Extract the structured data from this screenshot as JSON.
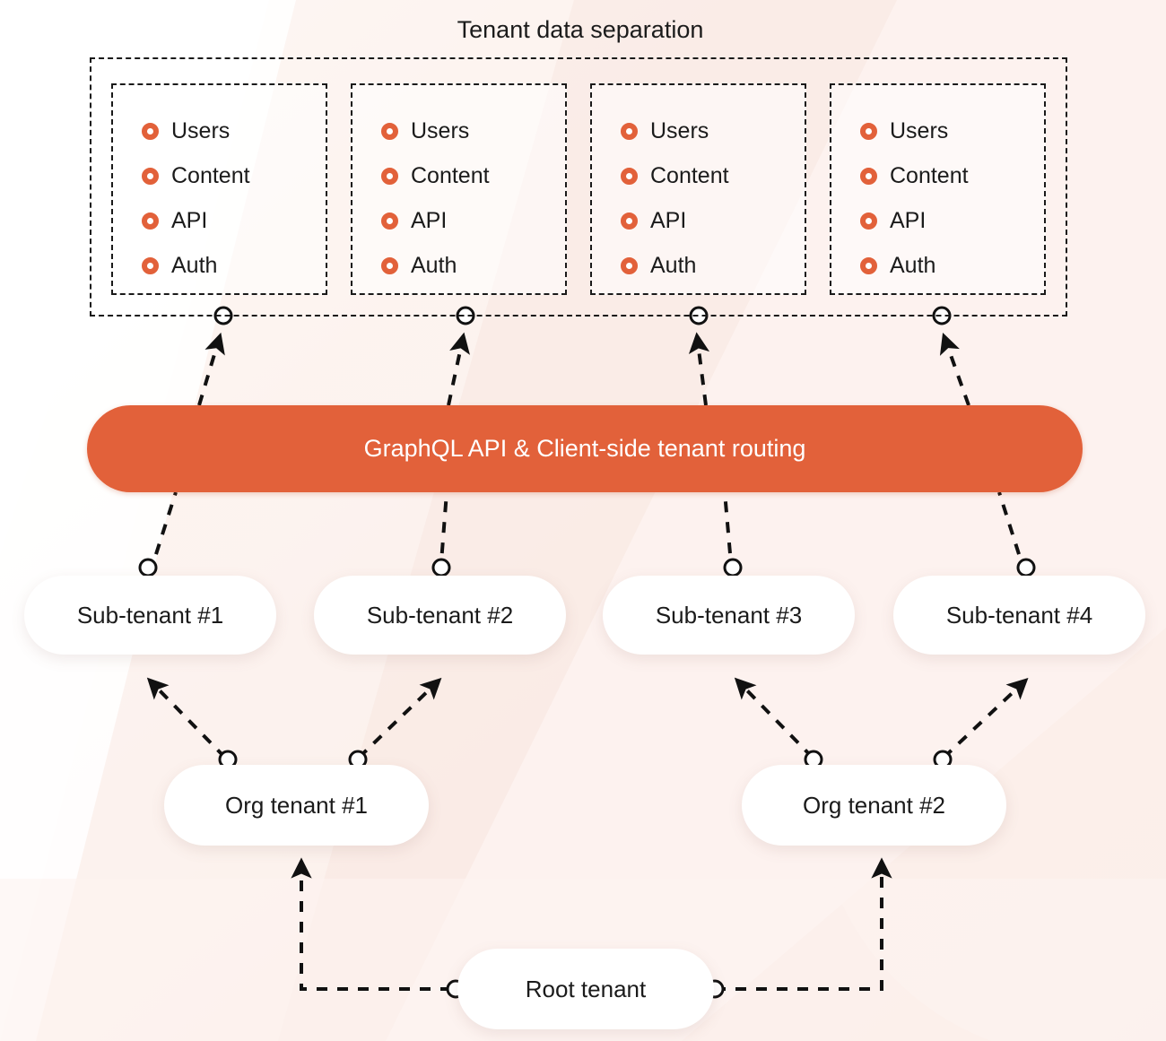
{
  "theme": {
    "accent": "#e2613a",
    "bar_text": "#ffffff",
    "text": "#1b1b1b",
    "bg_light": "#fdf6f3",
    "bg_band": "#fbeee9",
    "node_bg": "#ffffff",
    "dash_stroke": "#1a1a1a"
  },
  "diagram": {
    "group_title": "Tenant data separation",
    "tenant_boxes": [
      {
        "id": "tenant-box-1",
        "items": [
          {
            "icon": "ring-icon",
            "label": "Users"
          },
          {
            "icon": "ring-icon",
            "label": "Content"
          },
          {
            "icon": "ring-icon",
            "label": "API"
          },
          {
            "icon": "ring-icon",
            "label": "Auth"
          }
        ]
      },
      {
        "id": "tenant-box-2",
        "items": [
          {
            "icon": "ring-icon",
            "label": "Users"
          },
          {
            "icon": "ring-icon",
            "label": "Content"
          },
          {
            "icon": "ring-icon",
            "label": "API"
          },
          {
            "icon": "ring-icon",
            "label": "Auth"
          }
        ]
      },
      {
        "id": "tenant-box-3",
        "items": [
          {
            "icon": "ring-icon",
            "label": "Users"
          },
          {
            "icon": "ring-icon",
            "label": "Content"
          },
          {
            "icon": "ring-icon",
            "label": "API"
          },
          {
            "icon": "ring-icon",
            "label": "Auth"
          }
        ]
      },
      {
        "id": "tenant-box-4",
        "items": [
          {
            "icon": "ring-icon",
            "label": "Users"
          },
          {
            "icon": "ring-icon",
            "label": "Content"
          },
          {
            "icon": "ring-icon",
            "label": "API"
          },
          {
            "icon": "ring-icon",
            "label": "Auth"
          }
        ]
      }
    ],
    "routing_bar": {
      "label": "GraphQL API & Client-side tenant routing"
    },
    "sub_tenants": [
      {
        "label": "Sub-tenant #1"
      },
      {
        "label": "Sub-tenant #2"
      },
      {
        "label": "Sub-tenant #3"
      },
      {
        "label": "Sub-tenant #4"
      }
    ],
    "org_tenants": [
      {
        "label": "Org tenant #1"
      },
      {
        "label": "Org tenant #2"
      }
    ],
    "root_tenant": {
      "label": "Root tenant"
    },
    "connections": [
      {
        "from": "routing-bar",
        "to": "tenant-group-port-1",
        "style": "dashed-arrow"
      },
      {
        "from": "routing-bar",
        "to": "tenant-group-port-2",
        "style": "dashed-arrow"
      },
      {
        "from": "routing-bar",
        "to": "tenant-group-port-3",
        "style": "dashed-arrow"
      },
      {
        "from": "routing-bar",
        "to": "tenant-group-port-4",
        "style": "dashed-arrow"
      },
      {
        "from": "sub-tenant-1",
        "to": "routing-bar",
        "style": "dashed-line"
      },
      {
        "from": "sub-tenant-2",
        "to": "routing-bar",
        "style": "dashed-line"
      },
      {
        "from": "sub-tenant-3",
        "to": "routing-bar",
        "style": "dashed-line"
      },
      {
        "from": "sub-tenant-4",
        "to": "routing-bar",
        "style": "dashed-line"
      },
      {
        "from": "org-tenant-1",
        "to": "sub-tenant-1",
        "style": "dashed-arrow"
      },
      {
        "from": "org-tenant-1",
        "to": "sub-tenant-2",
        "style": "dashed-arrow"
      },
      {
        "from": "org-tenant-2",
        "to": "sub-tenant-3",
        "style": "dashed-arrow"
      },
      {
        "from": "org-tenant-2",
        "to": "sub-tenant-4",
        "style": "dashed-arrow"
      },
      {
        "from": "root-tenant",
        "to": "org-tenant-1",
        "style": "dashed-elbow-arrow"
      },
      {
        "from": "root-tenant",
        "to": "org-tenant-2",
        "style": "dashed-elbow-arrow"
      }
    ]
  }
}
